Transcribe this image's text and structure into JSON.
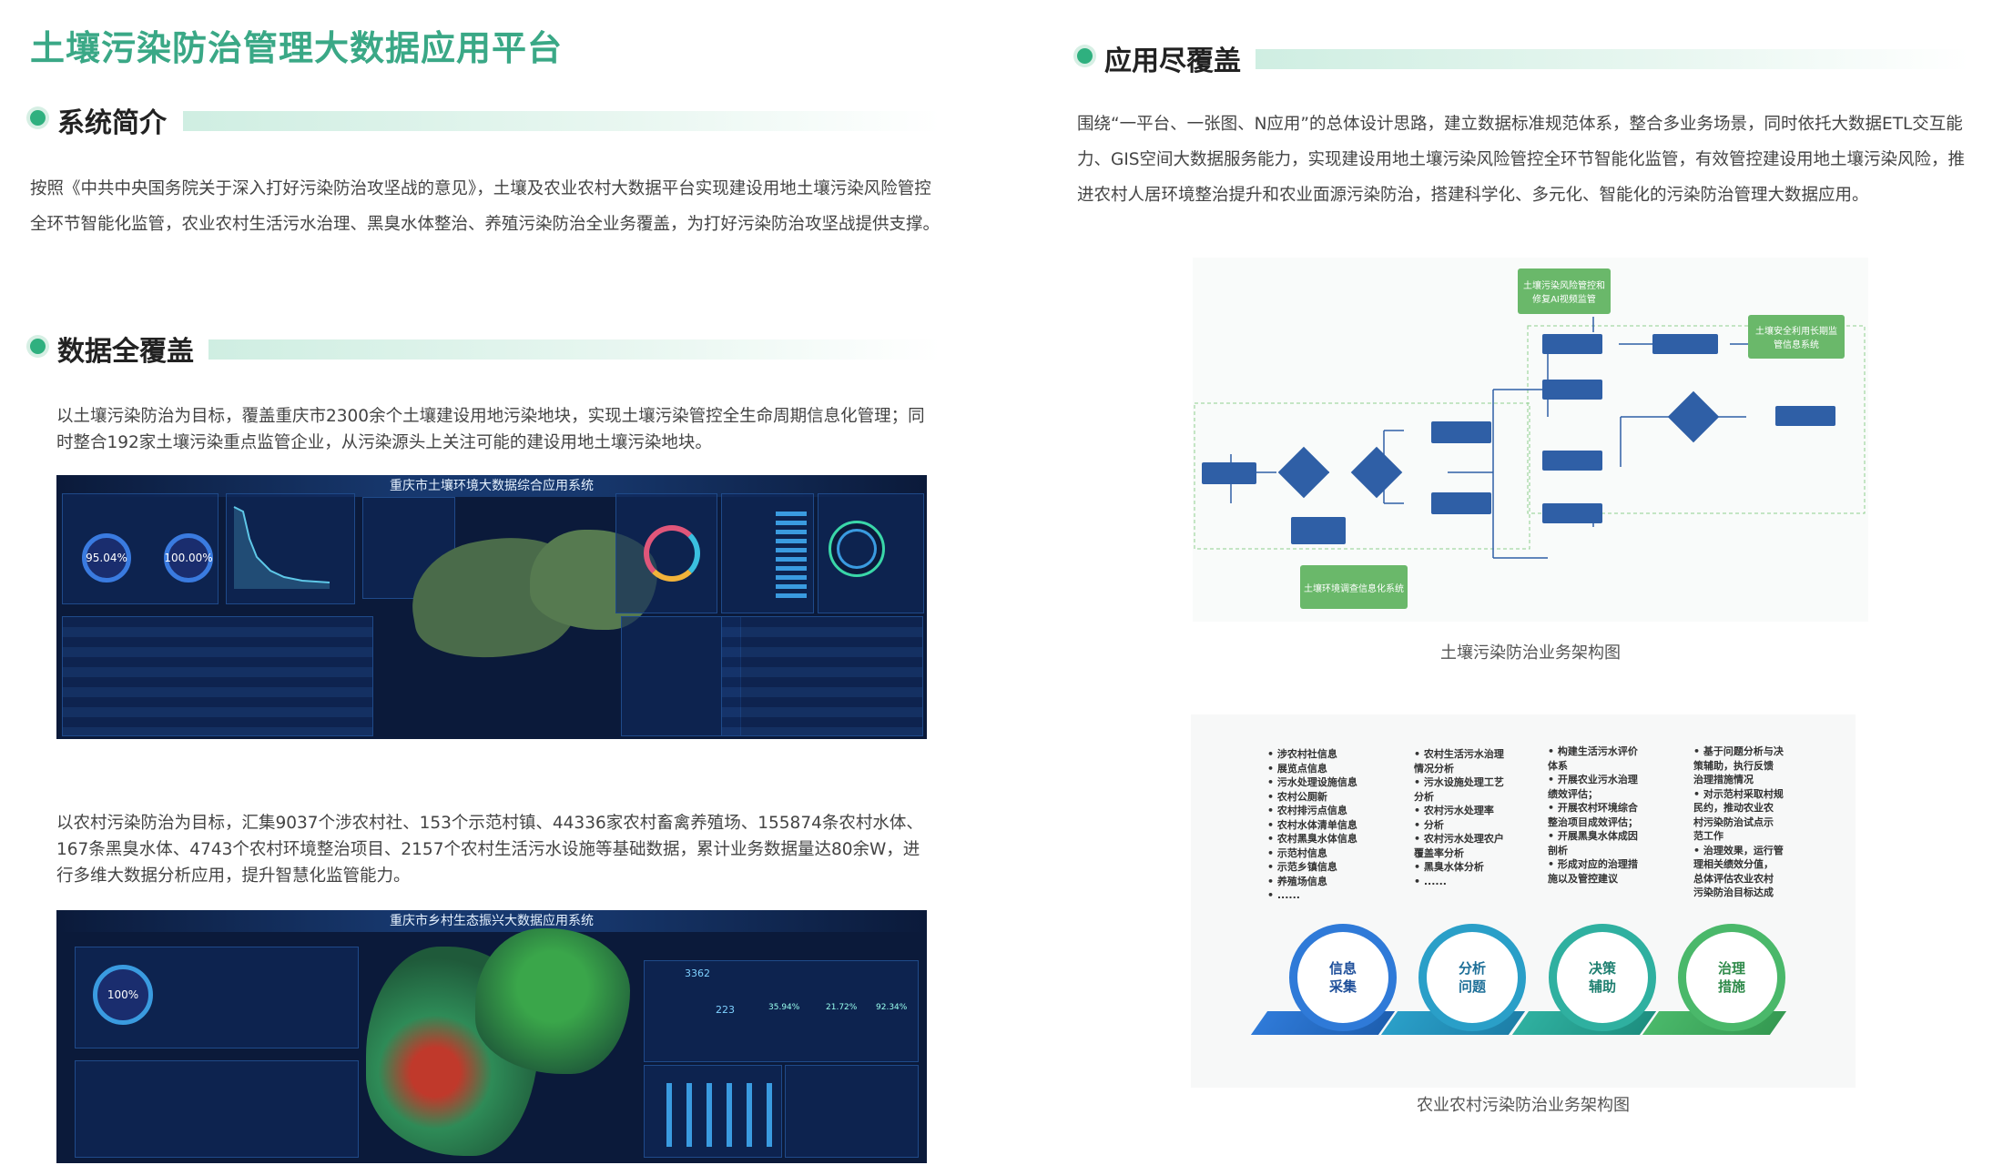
{
  "page_title": "土壤污染防治管理大数据应用平台",
  "sections": {
    "intro": {
      "heading": "系统简介",
      "text": "按照《中共中央国务院关于深入打好污染防治攻坚战的意见》，土壤及农业农村大数据平台实现建设用地土壤污染风险管控全环节智能化监管，农业农村生活污水治理、黑臭水体整治、养殖污染防治全业务覆盖，为打好污染防治攻坚战提供支撑。"
    },
    "data": {
      "heading": "数据全覆盖",
      "text1": "以土壤污染防治为目标，覆盖重庆市2300余个土壤建设用地污染地块，实现土壤污染管控全生命周期信息化管理；同时整合192家土壤污染重点监管企业，从污染源头上关注可能的建设用地土壤污染地块。",
      "text2": "以农村污染防治为目标，汇集9037个涉农村社、153个示范村镇、44336家农村畜禽养殖场、155874条农村水体、167条黑臭水体、4743个农村环境整治项目、2157个农村生活污水设施等基础数据，累计业务数据量达80余W，进行多维大数据分析应用，提升智慧化监管能力。"
    },
    "app": {
      "heading": "应用尽覆盖",
      "text": "围绕“一平台、一张图、N应用”的总体设计思路，建立数据标准规范体系，整合多业务场景，同时依托大数据ETL交互能力、GIS空间大数据服务能力，实现建设用地土壤污染风险管控全环节智能化监管，有效管控建设用地土壤污染风险，推进农村人居环境整治提升和农业面源污染防治，搭建科学化、多元化、智能化的污染防治管理大数据应用。"
    }
  },
  "dashboard1": {
    "title": "重庆市土壤环境大数据综合应用系统",
    "ring1": "95.04%",
    "ring2": "100.00%"
  },
  "dashboard2": {
    "title": "重庆市乡村生态振兴大数据应用系统",
    "ring": "100%",
    "stat1": "3362",
    "stat2": "223",
    "pcts": [
      "35.94%",
      "21.72%",
      "92.34%"
    ]
  },
  "flow": {
    "caption": "土壤污染防治业务架构图",
    "green_top": "土壤污染风险管控和修复AI视频监管",
    "green_right": "土壤安全利用长期监管信息系统",
    "green_bottom": "土壤环境调查信息化系统"
  },
  "agri": {
    "caption": "农业农村污染防治业务架构图",
    "col1": "• 涉农村社信息\n• 展览点信息\n• 污水处理设施信息\n• 农村公厕新\n• 农村排污点信息\n• 农村水体清单信息\n• 农村黑臭水体信息\n• 示范村信息\n• 示范乡镇信息\n• 养殖场信息\n• ......",
    "col2": "• 农村生活污水治理\n  情况分析\n• 污水设施处理工艺\n  分析\n• 农村污水处理率\n• 分析\n• 农村污水处理农户\n  覆盖率分析\n• 黑臭水体分析\n• ......",
    "col3": "• 构建生活污水评价\n  体系\n• 开展农业污水治理\n  绩效评估；\n• 开展农村环境综合\n  整治项目成效评估；\n• 开展黑臭水体成因\n  剖析\n• 形成对应的治理措\n  施以及管控建议",
    "col4": "• 基于问题分析与决\n  策辅助，执行反馈\n  治理措施情况\n• 对示范村采取村规\n  民约，推动农业农\n  村污染防治试点示\n  范工作\n• 治理效果，运行管\n  理相关绩效分值，\n  总体评估农业农村\n  污染防治目标达成",
    "pins": [
      "信息\n采集",
      "分析\n问题",
      "决策\n辅助",
      "治理\n措施"
    ]
  },
  "colors": {
    "accent": "#2fb07f",
    "title": "#3aa886",
    "dash_bg": "#0b1a3a"
  }
}
